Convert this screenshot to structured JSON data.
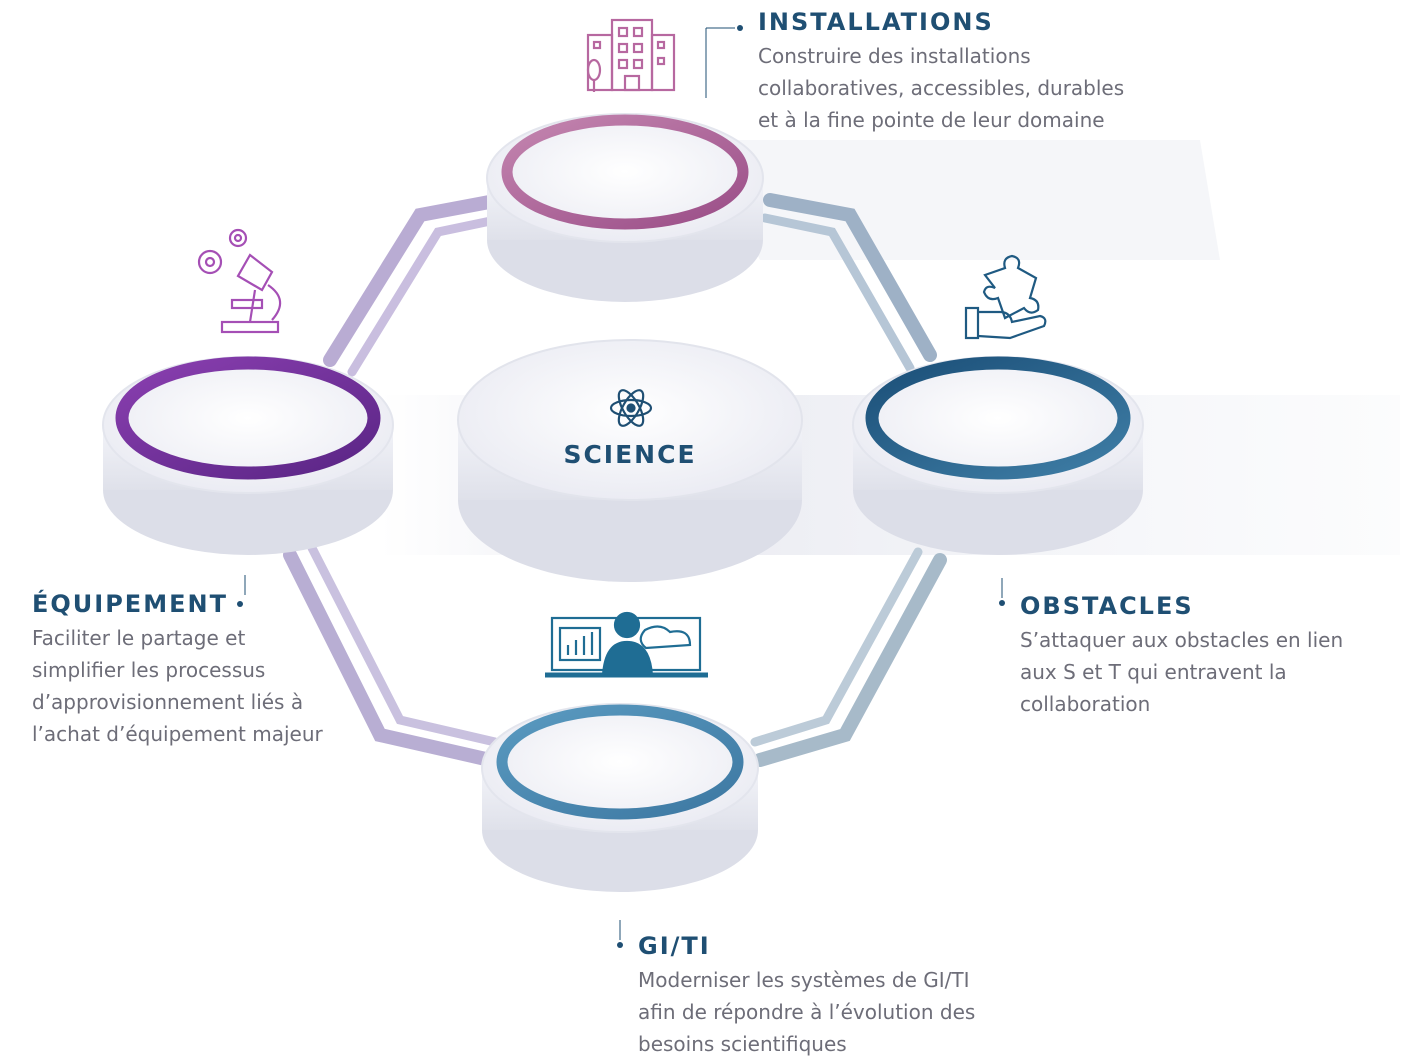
{
  "center": {
    "title": "SCIENCE",
    "icon": "atom-icon"
  },
  "nodes": [
    {
      "id": "installations",
      "title": "INSTALLATIONS",
      "text": [
        "Construire des installations",
        "collaboratives, accessibles, durables",
        "et à la fine pointe de leur domaine"
      ],
      "icon": "building-icon",
      "ring_color": "#b76a9f"
    },
    {
      "id": "equipement",
      "title": "ÉQUIPEMENT",
      "text": [
        "Faciliter le partage et",
        "simplifier les processus",
        "d’approvisionnement liés à",
        "l’achat d’équipement majeur"
      ],
      "icon": "microscope-gears-icon",
      "ring_color": "#6b2f96"
    },
    {
      "id": "obstacles",
      "title": "OBSTACLES",
      "text": [
        "S’attaquer aux obstacles en lien",
        "aux S et T qui entravent la",
        "collaboration"
      ],
      "icon": "puzzle-hand-icon",
      "ring_color": "#1f5a82"
    },
    {
      "id": "giti",
      "title": "GI/TI",
      "text": [
        "Moderniser les systèmes de GI/TI",
        "afin de répondre à l’évolution des",
        "besoins scientifiques"
      ],
      "icon": "computer-user-icon",
      "ring_color": "#4f8cb2"
    }
  ]
}
